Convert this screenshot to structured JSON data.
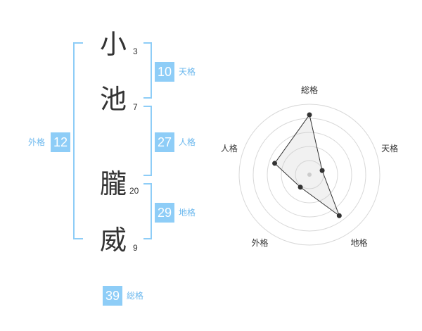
{
  "name_chars": [
    {
      "char": "小",
      "strokes": "3"
    },
    {
      "char": "池",
      "strokes": "7"
    },
    {
      "char": "朧",
      "strokes": "20"
    },
    {
      "char": "威",
      "strokes": "9"
    }
  ],
  "fortunes": {
    "tenkaku": {
      "value": "10",
      "label": "天格"
    },
    "jinkaku": {
      "value": "27",
      "label": "人格"
    },
    "chikaku": {
      "value": "29",
      "label": "地格"
    },
    "gaikaku": {
      "value": "12",
      "label": "外格"
    },
    "soukaku": {
      "value": "39",
      "label": "総格"
    }
  },
  "colors": {
    "accent": "#8ecdf7",
    "label": "#6cb8ee",
    "text": "#333333"
  },
  "chart_data": {
    "type": "radar",
    "axes": [
      "総格",
      "天格",
      "地格",
      "外格",
      "人格"
    ],
    "values": [
      0.85,
      0.19,
      0.72,
      0.22,
      0.52
    ],
    "rings": 5
  }
}
